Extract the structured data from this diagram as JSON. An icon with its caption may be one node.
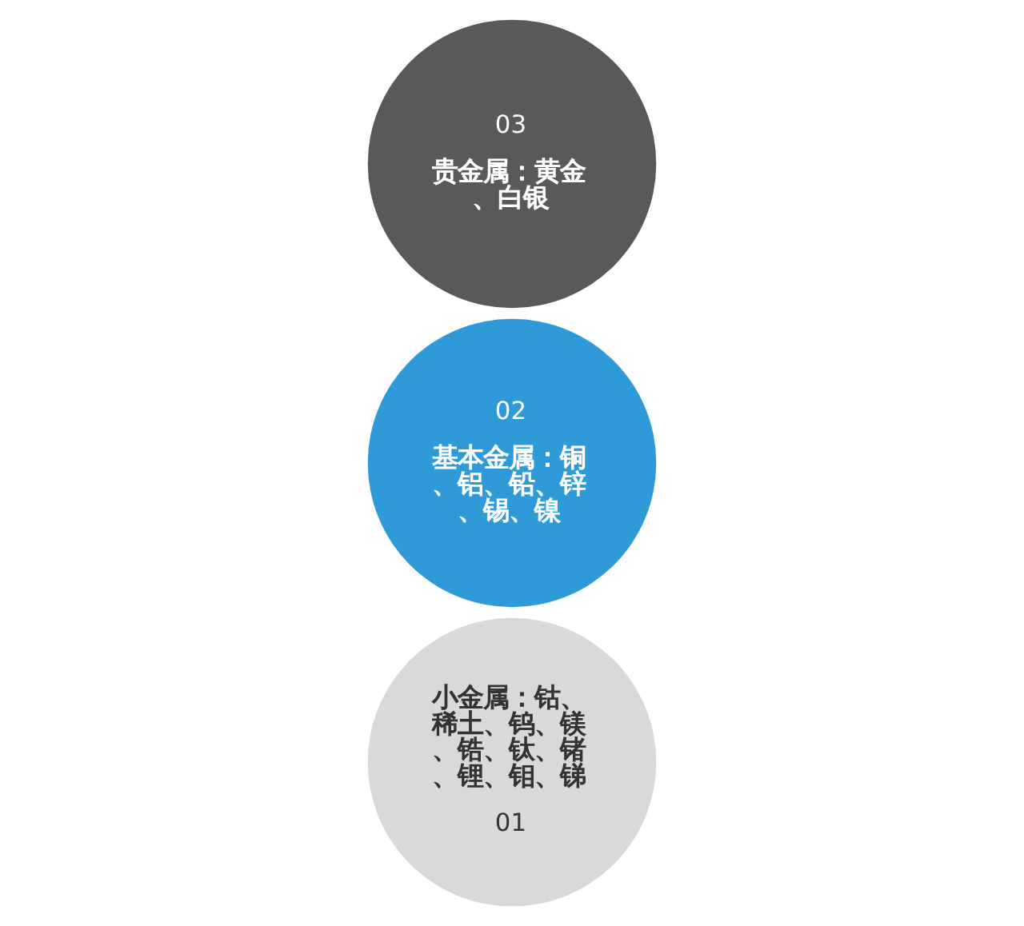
{
  "diagram": {
    "nodes": [
      {
        "text": [
          "小金属：钴、稀土、钨、镁、锆、钛、锗、锂、钼、锑",
          "01"
        ]
      },
      {
        "text": [
          "02",
          "基本金属：铜、铝、铅、锌、锡、镍"
        ]
      },
      {
        "text": [
          "03",
          "贵金属：黄金、白银"
        ]
      }
    ],
    "edges": []
  }
}
